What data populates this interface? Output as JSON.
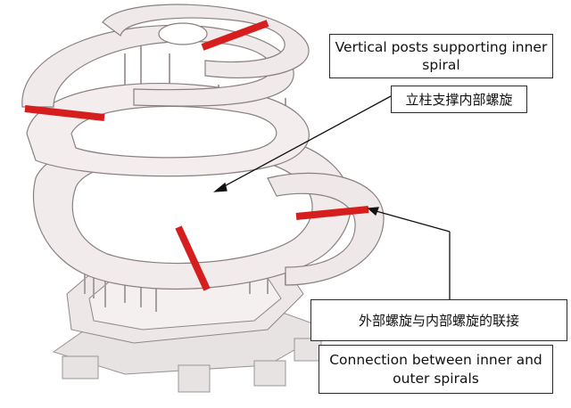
{
  "diagram": {
    "subject": "spiral-ramp-structure",
    "accent_color": "#d61e1e",
    "structure_color": "#f1eaea",
    "outline_color": "#8a8080",
    "annotations": {
      "vertical_posts_en": "Vertical posts supporting inner spiral",
      "vertical_posts_zh": "立柱支撑内部螺旋",
      "connection_zh": "外部螺旋与内部螺旋的联接",
      "connection_en": "Connection between inner and outer spirals"
    }
  }
}
